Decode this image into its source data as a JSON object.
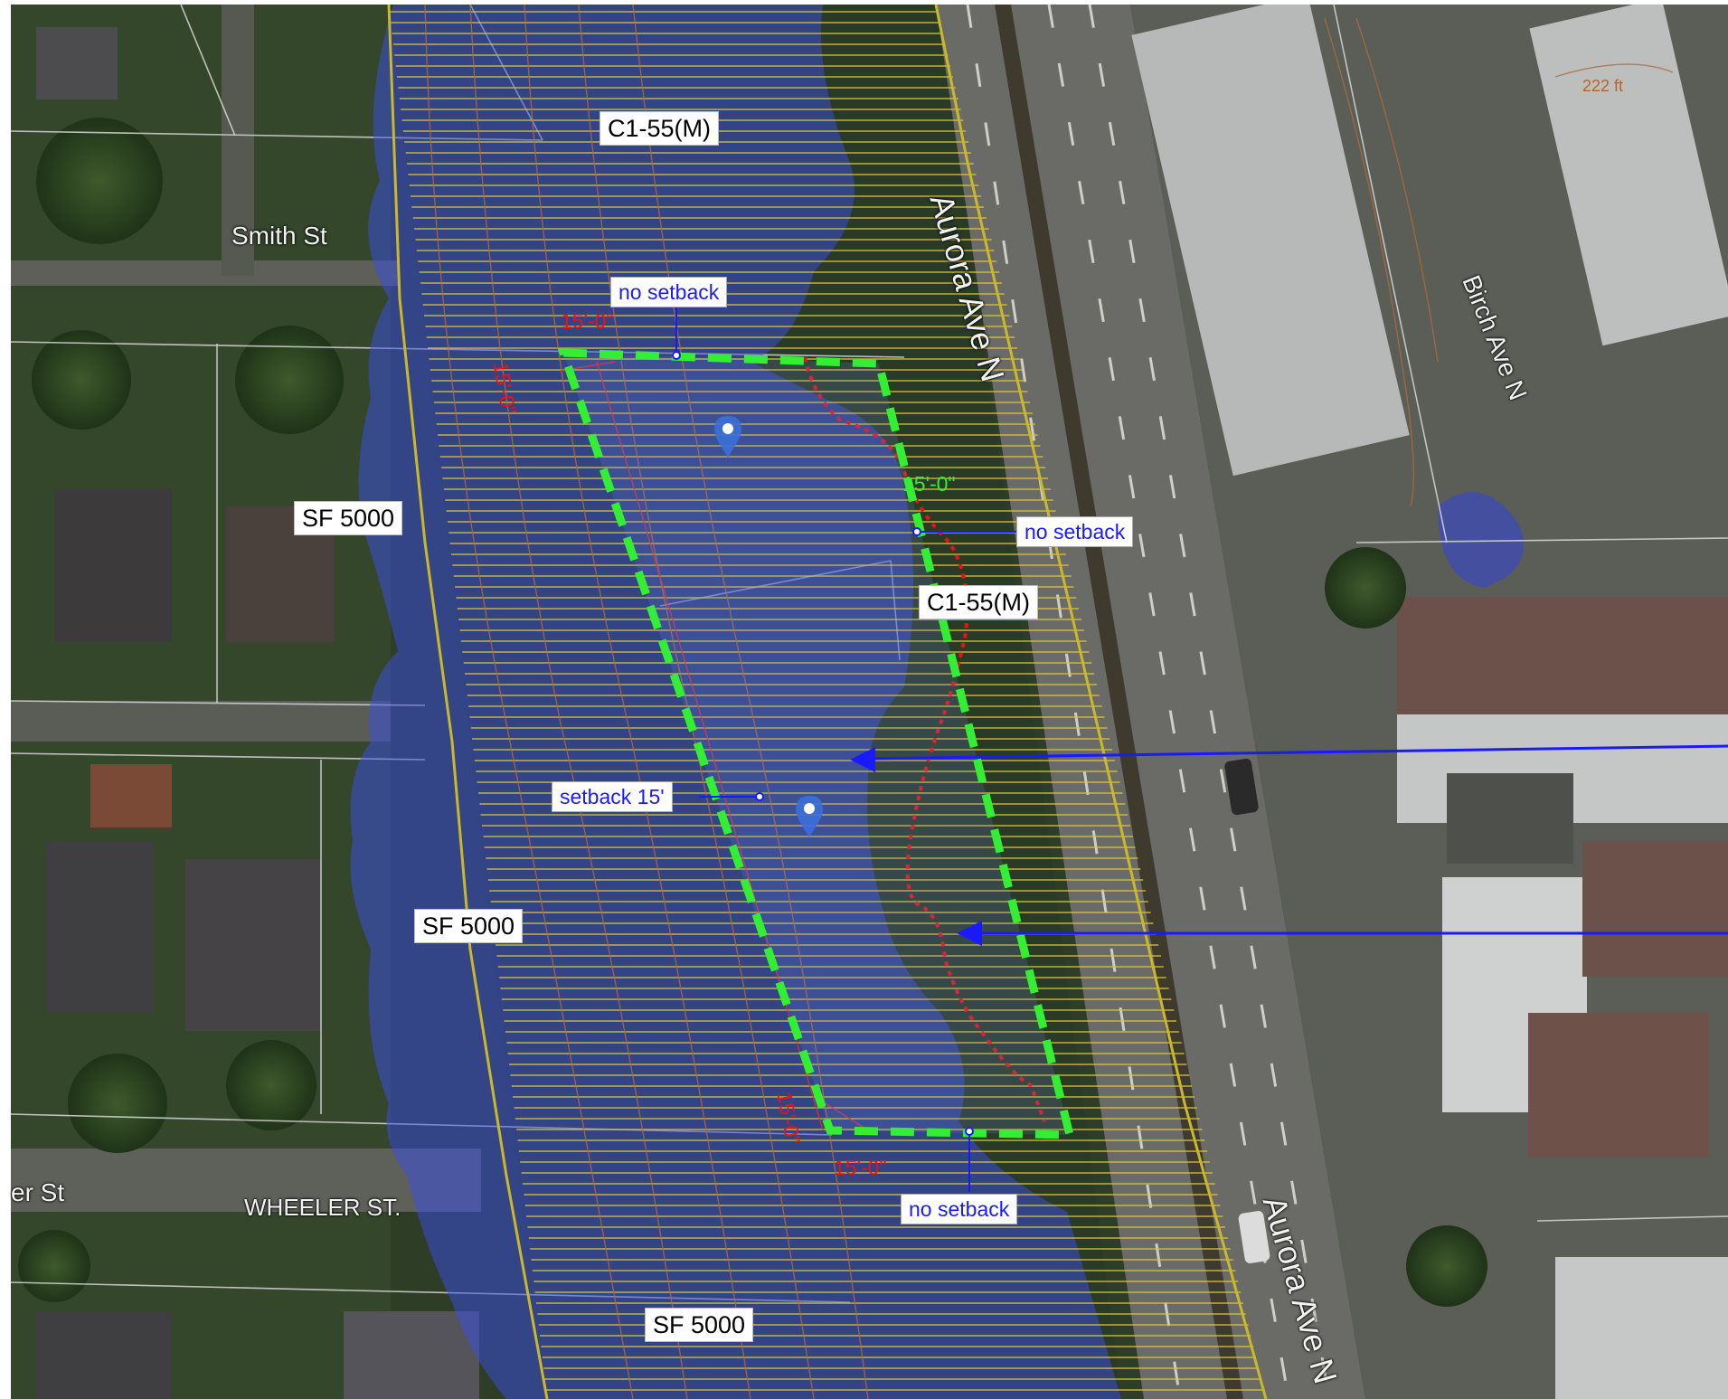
{
  "zones": {
    "c1_top": "C1-55(M)",
    "c1_mid": "C1-55(M)",
    "sf_1": "SF 5000",
    "sf_2": "SF 5000",
    "sf_3": "SF 5000"
  },
  "streets": {
    "smith": "Smith St",
    "aurora_top": "Aurora Ave N",
    "aurora_bottom": "Aurora Ave N",
    "birch": "Birch Ave N",
    "wheeler_full": "WHEELER ST.",
    "wheeler_partial": "er St"
  },
  "callouts": {
    "no_setback_top": "no setback",
    "no_setback_right": "no setback",
    "no_setback_bottom": "no setback",
    "setback_15": "setback 15'"
  },
  "dimensions": {
    "top_h": "15'-0\"",
    "top_v": "15'-0\"",
    "right": "15'-0\"",
    "bottom_v": "15'-0\"",
    "bottom_h": "15'-0\""
  },
  "contours": {
    "c222": "222 ft"
  },
  "colors": {
    "site_boundary": "#33ee33",
    "setback_line": "#ee1111",
    "zone_hatch": "#cfc020",
    "callout_text": "#1a1aff",
    "arrow": "#1a1aff",
    "overlay": "#3344dd"
  },
  "icons": [
    "map-pin-icon",
    "map-pin-icon"
  ]
}
